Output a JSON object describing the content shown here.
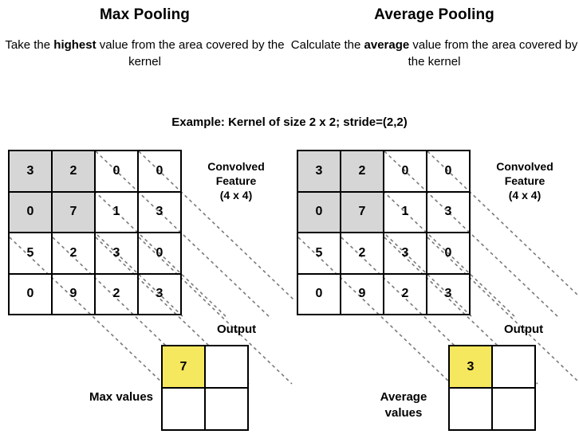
{
  "panels": [
    {
      "id": "max-pooling",
      "title": "Max Pooling",
      "description_parts": {
        "pre": "Take the ",
        "strong": "highest",
        "post": " value from the area covered by the kernel"
      },
      "feature_label": "Convolved Feature",
      "feature_size": "(4 x 4)",
      "output_label": "Output",
      "values_label": "Max values",
      "output_value": "7"
    },
    {
      "id": "average-pooling",
      "title": "Average Pooling",
      "description_parts": {
        "pre": "Calculate the ",
        "strong": "average",
        "post": " value from the area covered by the kernel"
      },
      "feature_label": "Convolved Feature",
      "feature_size": "(4 x 4)",
      "output_label": "Output",
      "values_label": "Average values",
      "output_value": "3"
    }
  ],
  "example": "Example:  Kernel of size 2 x 2;  stride=(2,2)",
  "chart_data": {
    "type": "table",
    "title": "Max Pooling vs Average Pooling",
    "kernel_size": "2 x 2",
    "stride": "(2,2)",
    "convolved_feature": {
      "label": "Convolved Feature (4 x 4)",
      "rows": [
        [
          "3",
          "2",
          "0",
          "0"
        ],
        [
          "0",
          "7",
          "1",
          "3"
        ],
        [
          "5",
          "2",
          "3",
          "0"
        ],
        [
          "0",
          "9",
          "2",
          "3"
        ]
      ],
      "shaded_cells": [
        [
          0,
          0
        ],
        [
          0,
          1
        ],
        [
          1,
          0
        ],
        [
          1,
          1
        ]
      ]
    },
    "max_output": {
      "label": "Output (Max values)",
      "rows": [
        [
          "7",
          ""
        ],
        [
          "",
          ""
        ]
      ],
      "highlighted_cells": [
        [
          0,
          0
        ]
      ]
    },
    "average_output": {
      "label": "Output (Average values)",
      "rows": [
        [
          "3",
          ""
        ],
        [
          "",
          ""
        ]
      ],
      "highlighted_cells": [
        [
          0,
          0
        ]
      ]
    }
  },
  "colors": {
    "shaded_cell": "#d6d6d6",
    "highlight_cell": "#f5e75e",
    "border": "#000000",
    "background": "#ffffff",
    "connector": "#808080"
  }
}
